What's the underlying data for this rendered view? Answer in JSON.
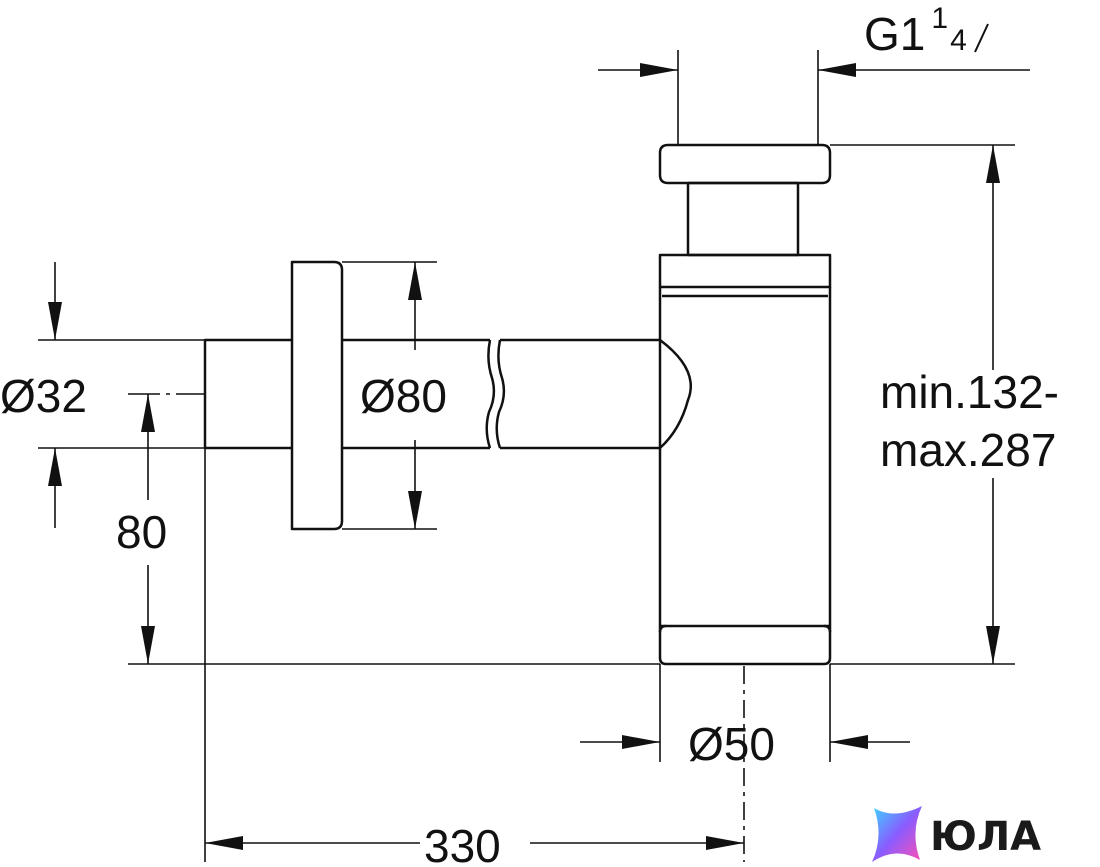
{
  "dimensions": {
    "thread_main": "G1",
    "thread_sup": "1",
    "thread_sub": "4",
    "pipe_diameter": "Ø32",
    "rosette_diameter": "Ø80",
    "outlet_height": "80",
    "body_diameter": "Ø50",
    "total_length": "330",
    "height_range_line1": "min.132-",
    "height_range_line2": "max.287"
  },
  "logo": {
    "text": "ЮЛА",
    "colors": [
      "#3ad6ff",
      "#8a5cff",
      "#ff4fb0"
    ]
  },
  "colors": {
    "line": "#111111",
    "background": "#ffffff"
  }
}
